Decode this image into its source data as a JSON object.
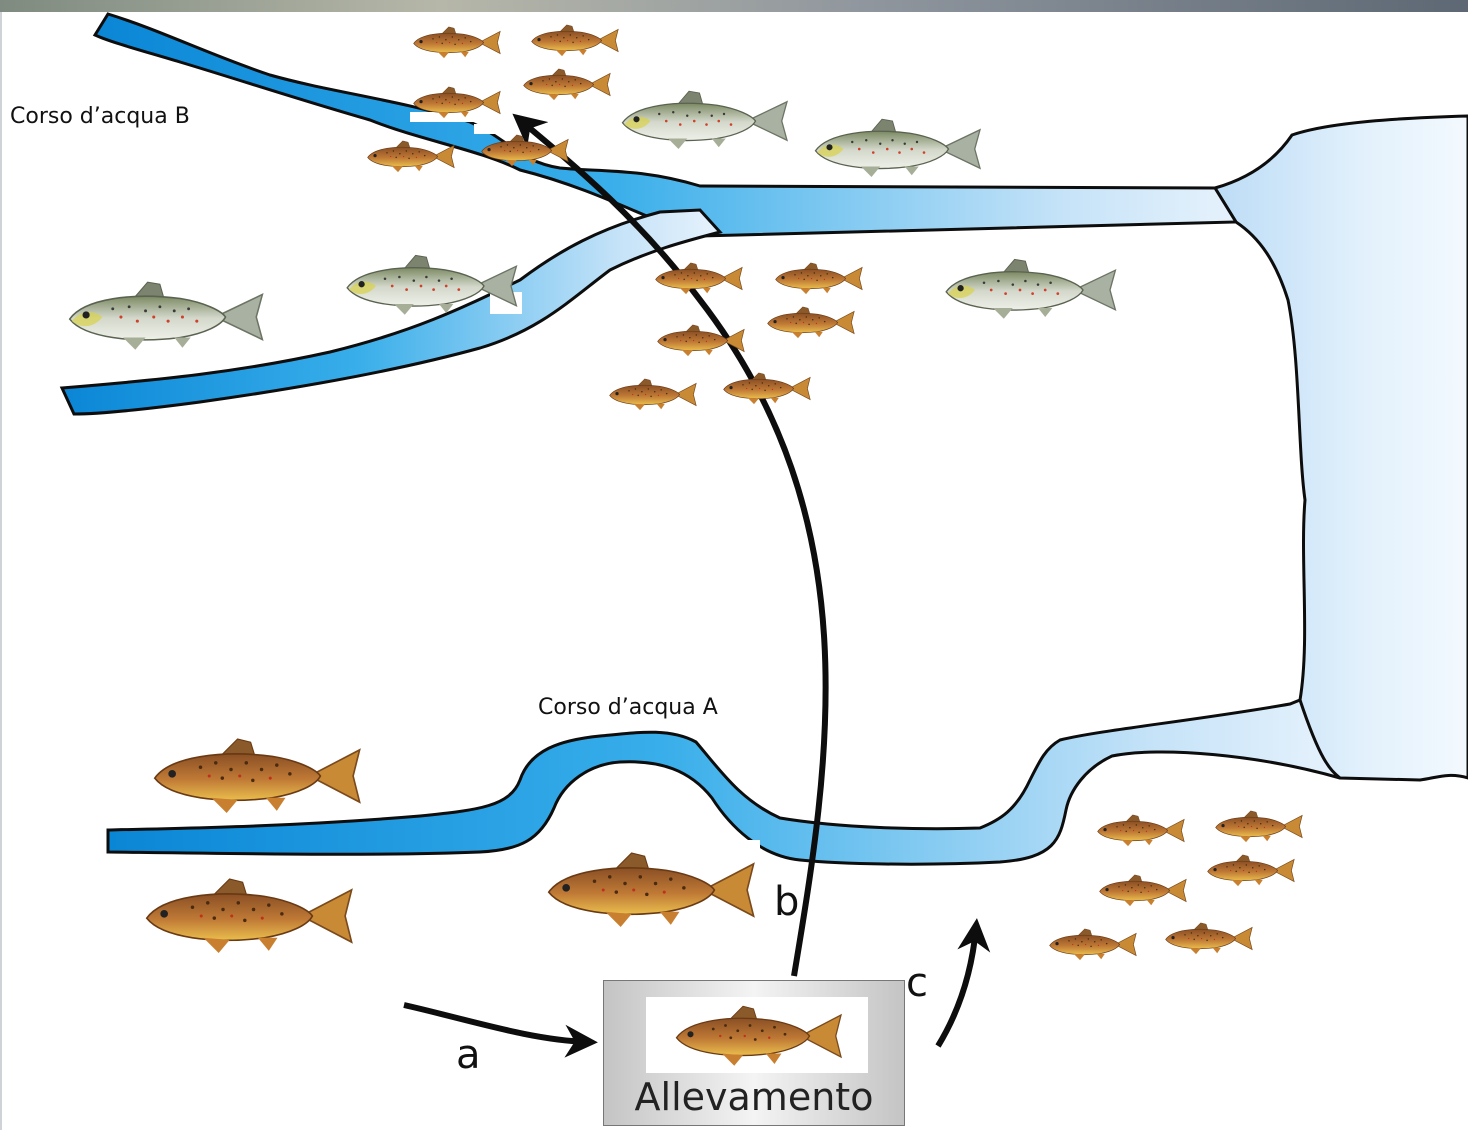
{
  "labels": {
    "river_b": "Corso d’acqua B",
    "river_a": "Corso d’acqua A",
    "arrow_a": "a",
    "arrow_b": "b",
    "arrow_c": "c",
    "farm": "Allevamento"
  },
  "colors": {
    "river_dark": "#0a86d6",
    "river_light": "#dcedfb",
    "outline": "#0d0d0d",
    "arrow": "#0d0d0d",
    "brown_trout_body": "#b06e32",
    "brown_trout_belly": "#e8b64a",
    "rainbow_trout_body": "#c9cfc0",
    "rainbow_trout_back": "#7e8b66",
    "farm_box": "#d8d8d8"
  },
  "fish_types": [
    "large-brown-trout",
    "small-brown-trout",
    "marble-trout"
  ]
}
